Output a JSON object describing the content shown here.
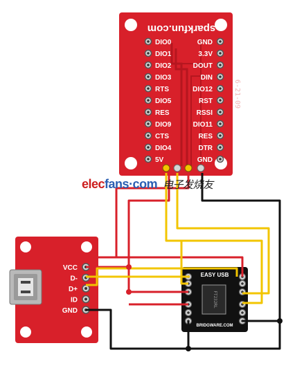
{
  "xbee_board": {
    "brand": "sparkfun.com",
    "side_text": "6-21-09",
    "left_pins": [
      "DIO0",
      "DIO1",
      "DIO2",
      "DIO3",
      "RTS",
      "DIO5",
      "RES",
      "DIO9",
      "CTS",
      "DIO4",
      "5V"
    ],
    "right_pins": [
      "GND",
      "3.3V",
      "DOUT",
      "DIN",
      "DIO12",
      "RST",
      "RSSI",
      "DIO11",
      "RES",
      "DTR",
      "GND"
    ]
  },
  "usb_board": {
    "pins": [
      "VCC",
      "D-",
      "D+",
      "ID",
      "GND"
    ]
  },
  "easy_usb_board": {
    "title": "EASY USB",
    "chip_text": "FT232RL",
    "footer": "BRIDGWARE.COM"
  },
  "watermark": {
    "part1": "elec",
    "part2": "fans",
    "part3": "·com",
    "chinese": "电子发烧友"
  },
  "colors": {
    "board_red": "#d8202a",
    "wire_red": "#d8202a",
    "wire_yellow": "#f2c500",
    "wire_black": "#111111"
  }
}
